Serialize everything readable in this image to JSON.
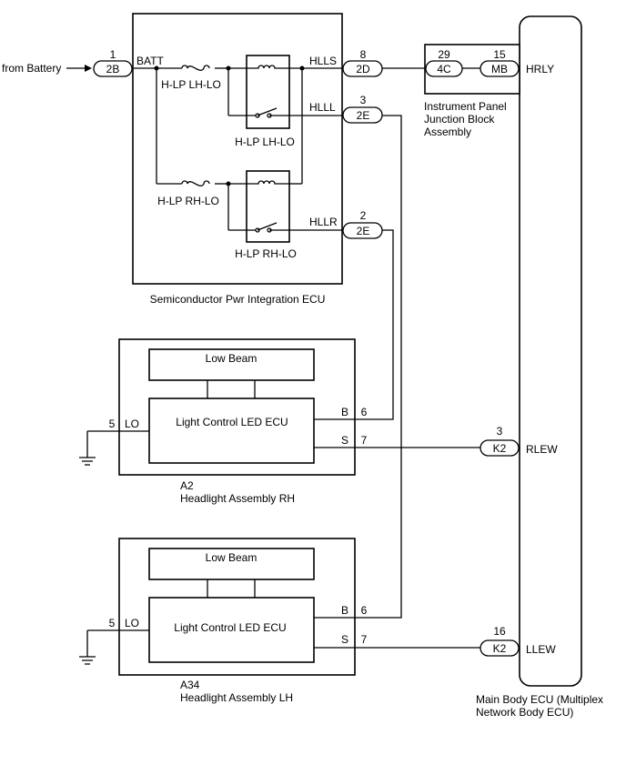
{
  "external": {
    "from_battery": "from Battery"
  },
  "spi_ecu": {
    "name": "Semiconductor Pwr Integration ECU",
    "pins": {
      "batt": {
        "terminal": "BATT",
        "pin": "1",
        "connector": "2B"
      },
      "hlls": {
        "terminal": "HLLS",
        "pin": "8",
        "connector": "2D"
      },
      "hlll": {
        "terminal": "HLLL",
        "pin": "3",
        "connector": "2E"
      },
      "hllr": {
        "terminal": "HLLR",
        "pin": "2",
        "connector": "2E"
      }
    },
    "fuse_lh": "H-LP LH-LO",
    "fuse_rh": "H-LP RH-LO",
    "relay_lh": "H-LP LH-LO",
    "relay_rh": "H-LP RH-LO"
  },
  "junction_block": {
    "name_line1": "Instrument Panel",
    "name_line2": "Junction Block",
    "name_line3": "Assembly",
    "pin": "29",
    "connector": "4C"
  },
  "main_body_ecu": {
    "name_line1": "Main Body ECU (Multiplex",
    "name_line2": "Network Body ECU)",
    "pins": {
      "hrly": {
        "terminal": "HRLY",
        "pin": "15",
        "connector": "MB"
      },
      "rlew": {
        "terminal": "RLEW",
        "pin": "3",
        "connector": "K2"
      },
      "llew": {
        "terminal": "LLEW",
        "pin": "16",
        "connector": "K2"
      }
    }
  },
  "headlight_rh": {
    "code": "A2",
    "name": "Headlight Assembly RH",
    "low_beam": "Low Beam",
    "ecu": "Light Control LED ECU",
    "lo_pin": "5",
    "lo_term": "LO",
    "b_pin": "6",
    "b_term": "B",
    "s_pin": "7",
    "s_term": "S"
  },
  "headlight_lh": {
    "code": "A34",
    "name": "Headlight Assembly LH",
    "low_beam": "Low Beam",
    "ecu": "Light Control LED ECU",
    "lo_pin": "5",
    "lo_term": "LO",
    "b_pin": "6",
    "b_term": "B",
    "s_pin": "7",
    "s_term": "S"
  }
}
